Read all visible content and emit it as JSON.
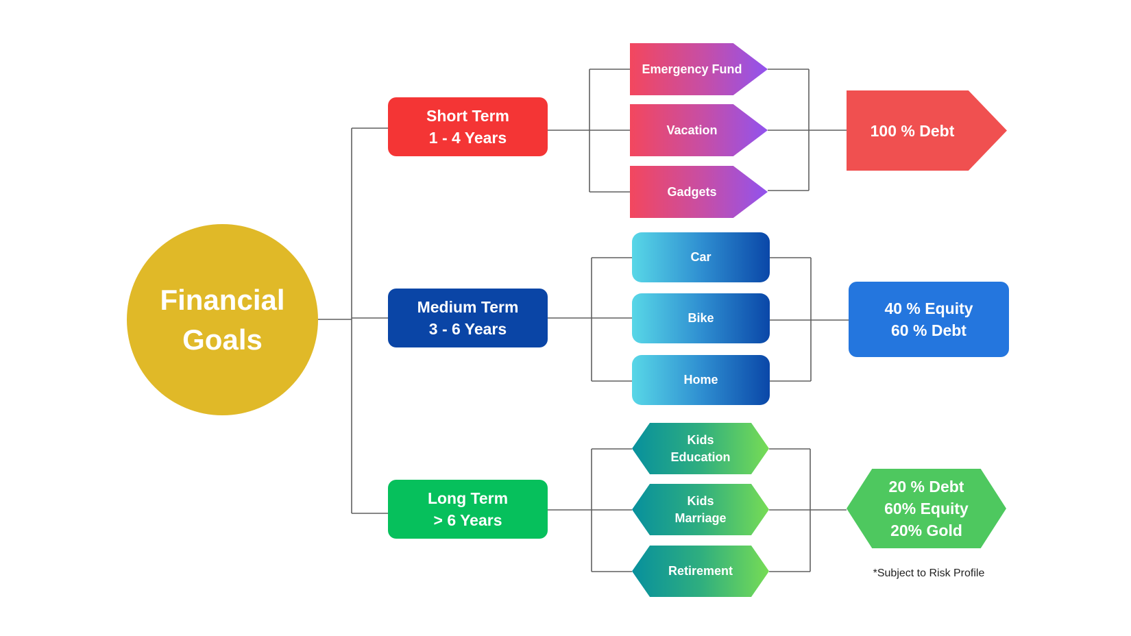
{
  "root": {
    "label": "Financial\nGoals"
  },
  "terms": {
    "short": {
      "label": "Short Term\n1 - 4 Years"
    },
    "medium": {
      "label": "Medium Term\n3 - 6 Years"
    },
    "long": {
      "label": "Long Term\n> 6 Years"
    }
  },
  "goals": {
    "short": [
      "Emergency  Fund",
      "Vacation",
      "Gadgets"
    ],
    "medium": [
      "Car",
      "Bike",
      "Home"
    ],
    "long": [
      "Kids\nEducation",
      "Kids\nMarriage",
      "Retirement"
    ]
  },
  "allocations": {
    "short": "100 % Debt",
    "medium": "40 % Equity\n60 % Debt",
    "long": "20 % Debt\n60% Equity\n20% Gold"
  },
  "footnote": "*Subject to Risk Profile",
  "colors": {
    "root": "#e0b928",
    "short_term": "#f43535",
    "medium_term": "#0a45a6",
    "long_term": "#06c05c",
    "short_allocation": "#f05050",
    "medium_allocation": "#2476de",
    "long_allocation": "#4ec85f",
    "connector": "#5f5f5f"
  }
}
